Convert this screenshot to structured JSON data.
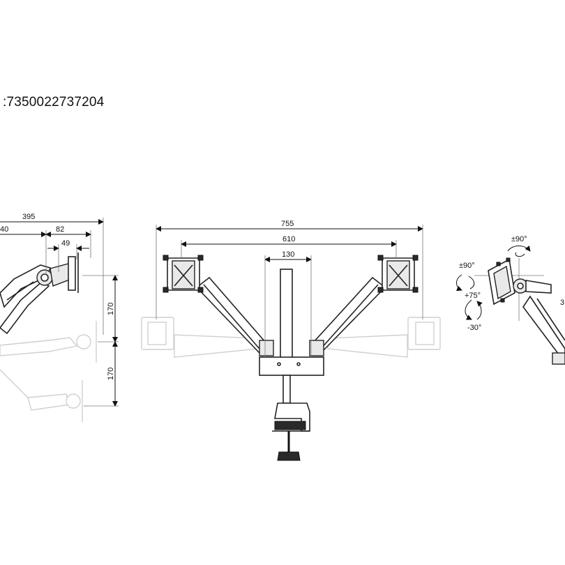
{
  "ean_text": ":7350022737204",
  "side_view": {
    "dim_total": "395",
    "dim_a": "40",
    "dim_b": "82",
    "dim_c": "49",
    "dim_up": "170",
    "dim_down": "170"
  },
  "front_view": {
    "dim_total": "755",
    "dim_inner": "610",
    "dim_pole": "130"
  },
  "tilt_view": {
    "rot_top": "±90°",
    "rot_left": "±90°",
    "tilt_up": "+75°",
    "tilt_down": "-30°",
    "edge_label": "3"
  }
}
